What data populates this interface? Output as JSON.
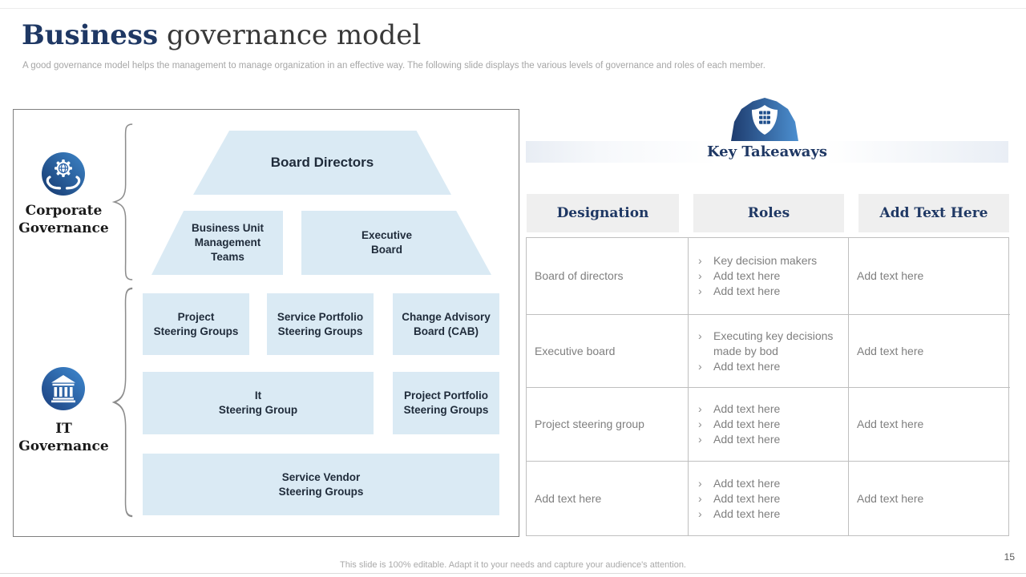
{
  "slide": {
    "title_accent": "Business",
    "title_rest": " governance model",
    "subtitle": "A good governance model helps the management to manage organization in an effective way. The following slide displays the various levels of governance and roles of each member.",
    "footer_note": "This slide is 100% editable. Adapt it to your needs and capture your audience's attention.",
    "page_number": "15"
  },
  "diagram": {
    "corporate": {
      "label": "Corporate\nGovernance",
      "icon": "hands-holding-globe-gear-icon",
      "levels": {
        "board_directors": "Board Directors",
        "business_unit": "Business Unit\nManagement\nTeams",
        "executive_board": "Executive\nBoard"
      }
    },
    "it": {
      "label": "IT\nGovernance",
      "icon": "bank-building-icon",
      "levels": {
        "project_steering": "Project\nSteering Groups",
        "service_portfolio": "Service Portfolio\nSteering Groups",
        "change_advisory": "Change Advisory\nBoard (CAB)",
        "it_steering": "It\nSteering Group",
        "project_portfolio": "Project Portfolio\nSteering Groups",
        "service_vendor": "Service Vendor\nSteering Groups"
      }
    }
  },
  "takeaways": {
    "title": "Key Takeaways",
    "icon": "shield-checklist-icon",
    "columns": [
      "Designation",
      "Roles",
      "Add Text Here"
    ],
    "rows": [
      {
        "designation": "Board of directors",
        "roles": [
          "Key decision makers",
          "Add text here",
          "Add text here"
        ],
        "note": "Add text here"
      },
      {
        "designation": "Executive board",
        "roles": [
          "Executing key decisions made by bod",
          "Add text here"
        ],
        "note": "Add text here"
      },
      {
        "designation": "Project steering group",
        "roles": [
          "Add text here",
          "Add text here",
          "Add text here"
        ],
        "note": "Add text here"
      },
      {
        "designation": "Add text here",
        "roles": [
          "Add text here",
          "Add text here",
          "Add text here"
        ],
        "note": "Add text here"
      }
    ]
  },
  "colors": {
    "accent_navy": "#1f3864",
    "box_light_blue": "#daeaf4",
    "table_border": "#bfbfbf",
    "muted_text": "#7f7f7f",
    "header_bg": "#efefef",
    "icon_blue_dark": "#173d7a",
    "icon_blue_light": "#3d85c8"
  }
}
